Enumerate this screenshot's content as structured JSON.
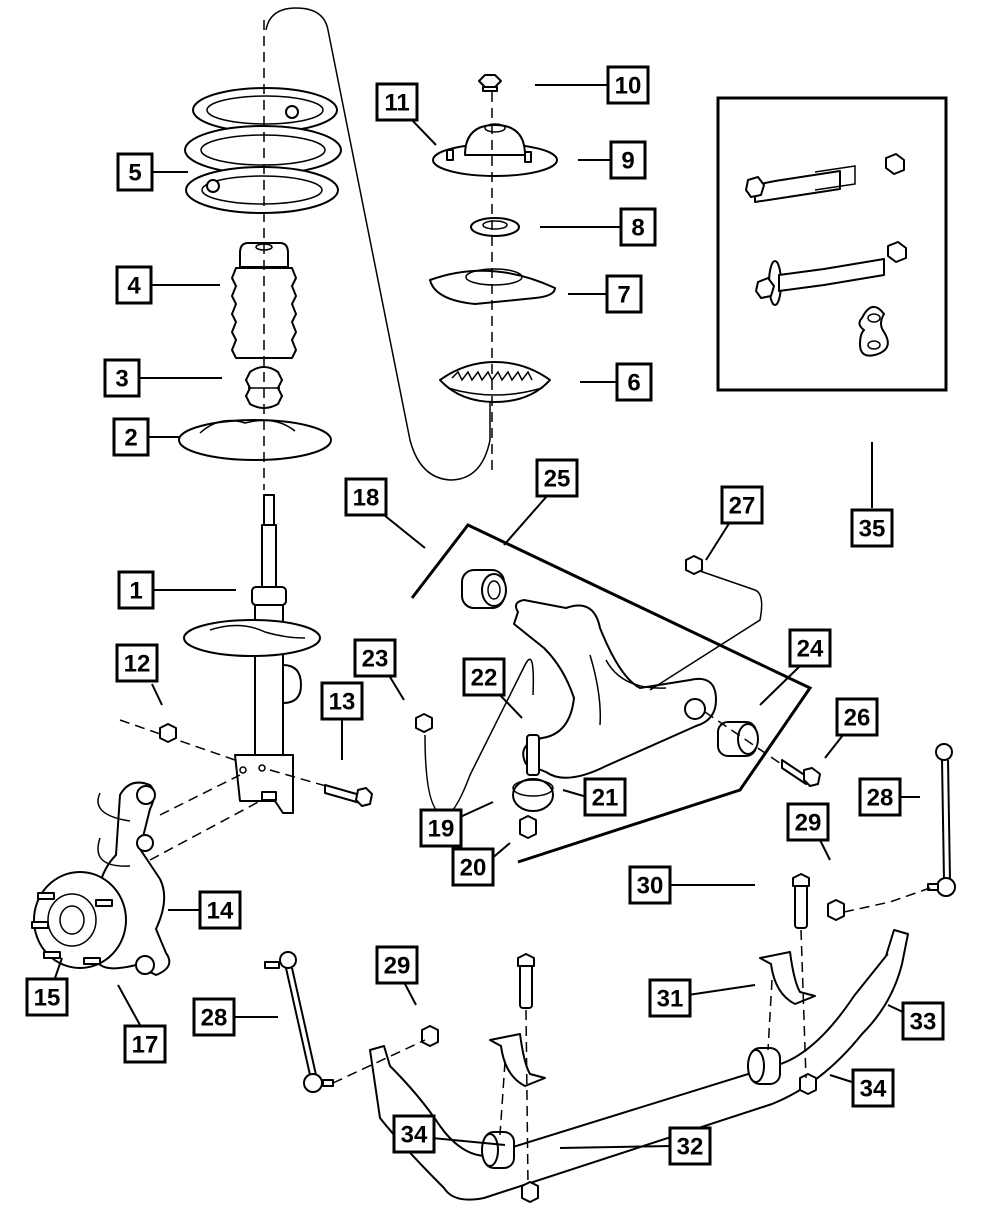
{
  "diagram": {
    "title": "Front Suspension - Exploded Parts View",
    "callouts": [
      {
        "id": "c1",
        "label": "1"
      },
      {
        "id": "c2",
        "label": "2"
      },
      {
        "id": "c3",
        "label": "3"
      },
      {
        "id": "c4",
        "label": "4"
      },
      {
        "id": "c5",
        "label": "5"
      },
      {
        "id": "c6",
        "label": "6"
      },
      {
        "id": "c7",
        "label": "7"
      },
      {
        "id": "c8",
        "label": "8"
      },
      {
        "id": "c9",
        "label": "9"
      },
      {
        "id": "c10",
        "label": "10"
      },
      {
        "id": "c11",
        "label": "11"
      },
      {
        "id": "c12",
        "label": "12"
      },
      {
        "id": "c13",
        "label": "13"
      },
      {
        "id": "c14",
        "label": "14"
      },
      {
        "id": "c15",
        "label": "15"
      },
      {
        "id": "c17",
        "label": "17"
      },
      {
        "id": "c18",
        "label": "18"
      },
      {
        "id": "c19",
        "label": "19"
      },
      {
        "id": "c20",
        "label": "20"
      },
      {
        "id": "c21",
        "label": "21"
      },
      {
        "id": "c22",
        "label": "22"
      },
      {
        "id": "c23",
        "label": "23"
      },
      {
        "id": "c24",
        "label": "24"
      },
      {
        "id": "c25",
        "label": "25"
      },
      {
        "id": "c26",
        "label": "26"
      },
      {
        "id": "c27",
        "label": "27"
      },
      {
        "id": "c28a",
        "label": "28"
      },
      {
        "id": "c28b",
        "label": "28"
      },
      {
        "id": "c29a",
        "label": "29"
      },
      {
        "id": "c29b",
        "label": "29"
      },
      {
        "id": "c30",
        "label": "30"
      },
      {
        "id": "c31",
        "label": "31"
      },
      {
        "id": "c32",
        "label": "32"
      },
      {
        "id": "c33",
        "label": "33"
      },
      {
        "id": "c34a",
        "label": "34"
      },
      {
        "id": "c34b",
        "label": "34"
      },
      {
        "id": "c35",
        "label": "35"
      }
    ],
    "parts": [
      {
        "name": "strut-assembly",
        "callout": "1"
      },
      {
        "name": "lower-spring-seat",
        "callout": "2"
      },
      {
        "name": "bumper",
        "callout": "3"
      },
      {
        "name": "dust-boot",
        "callout": "4"
      },
      {
        "name": "coil-spring",
        "callout": "5"
      },
      {
        "name": "spring-isolator",
        "callout": "6"
      },
      {
        "name": "upper-spring-seat",
        "callout": "7"
      },
      {
        "name": "bearing",
        "callout": "8"
      },
      {
        "name": "strut-mount",
        "callout": "9"
      },
      {
        "name": "mount-nut",
        "callout": "10"
      },
      {
        "name": "mount-studs",
        "callout": "11"
      },
      {
        "name": "knuckle-nut",
        "callout": "12"
      },
      {
        "name": "knuckle-bolt",
        "callout": "13"
      },
      {
        "name": "steering-knuckle",
        "callout": "14"
      },
      {
        "name": "hub-bearing",
        "callout": "15"
      },
      {
        "name": "hub-bolts",
        "callout": "17"
      },
      {
        "name": "lower-control-arm-kit",
        "callout": "18"
      },
      {
        "name": "ball-joint-nut-line",
        "callout": "19"
      },
      {
        "name": "ball-joint-nut",
        "callout": "20"
      },
      {
        "name": "ball-joint",
        "callout": "21"
      },
      {
        "name": "ball-joint-stud",
        "callout": "22"
      },
      {
        "name": "pinch-bolt-nut",
        "callout": "23"
      },
      {
        "name": "rear-bushing",
        "callout": "24"
      },
      {
        "name": "front-bushing",
        "callout": "25"
      },
      {
        "name": "rear-bolt",
        "callout": "26"
      },
      {
        "name": "front-nut",
        "callout": "27"
      },
      {
        "name": "stabilizer-link",
        "callout": "28"
      },
      {
        "name": "link-nut",
        "callout": "29"
      },
      {
        "name": "retainer-bolt",
        "callout": "30"
      },
      {
        "name": "retainer-bracket",
        "callout": "31"
      },
      {
        "name": "stabilizer-bushing",
        "callout": "32"
      },
      {
        "name": "stabilizer-bar",
        "callout": "33"
      },
      {
        "name": "retainer-nut",
        "callout": "34"
      },
      {
        "name": "alignment-kit",
        "callout": "35"
      }
    ]
  }
}
